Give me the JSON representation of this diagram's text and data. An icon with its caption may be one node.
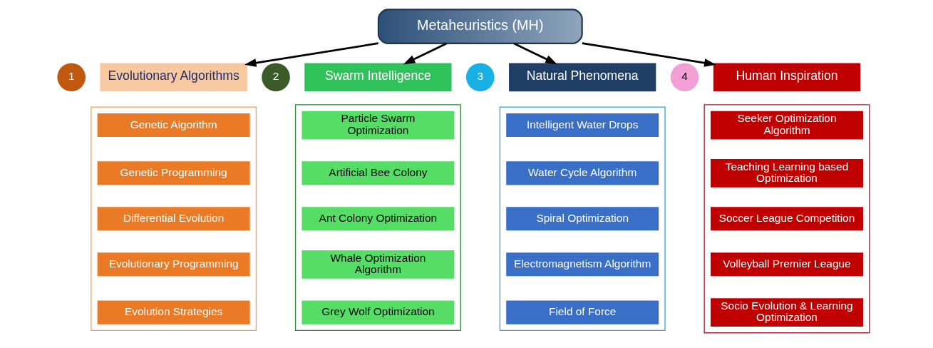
{
  "diagram": {
    "nodes": [
      {
        "text": [
          "Metaheuristics (MH)"
        ]
      },
      {
        "text": [
          "1"
        ]
      },
      {
        "text": [
          "Evolutionary Algorithms"
        ]
      },
      {
        "text": [],
        "shape": "box"
      },
      {
        "text": [
          "Genetic Algorithm"
        ],
        "in": 3
      },
      {
        "text": [
          "Genetic Programming"
        ],
        "in": 3
      },
      {
        "text": [
          "Differential Evolution"
        ],
        "in": 3
      },
      {
        "text": [
          "Evolutionary Programming"
        ],
        "in": 3
      },
      {
        "text": [
          "Evolution Strategies"
        ],
        "in": 3
      },
      {
        "text": [
          "2"
        ]
      },
      {
        "text": [
          "Swarm Intelligence"
        ]
      },
      {
        "text": [],
        "shape": "box"
      },
      {
        "text": [
          "Particle Swarm Optimization"
        ],
        "in": 11
      },
      {
        "text": [
          "Artificial Bee Colony"
        ],
        "in": 11
      },
      {
        "text": [
          "Ant Colony Optimization"
        ],
        "in": 11
      },
      {
        "text": [
          "Whale Optimization Algorithm"
        ],
        "in": 11
      },
      {
        "text": [
          "Grey Wolf Optimization"
        ],
        "in": 11
      },
      {
        "text": [
          "3"
        ]
      },
      {
        "text": [
          "Natural Phenomena"
        ]
      },
      {
        "text": [],
        "shape": "box"
      },
      {
        "text": [
          "Intelligent Water Drops"
        ],
        "in": 19
      },
      {
        "text": [
          "Water Cycle Algorithm"
        ],
        "in": 19
      },
      {
        "text": [
          "Spiral Optimization"
        ],
        "in": 19
      },
      {
        "text": [
          "Electromagnetism Algorithm"
        ],
        "in": 19
      },
      {
        "text": [
          "Field of Force"
        ],
        "in": 19
      },
      {
        "text": [
          "4"
        ]
      },
      {
        "text": [
          "Human Inspiration"
        ]
      },
      {
        "text": [],
        "shape": "box"
      },
      {
        "text": [
          "Seeker Optimization Algorithm"
        ],
        "in": 27
      },
      {
        "text": [
          "Teaching Learning based Optimization"
        ],
        "in": 27
      },
      {
        "text": [
          "Soccer League Competition"
        ],
        "in": 27
      },
      {
        "text": [
          "Volleyball Premier League"
        ],
        "in": 27
      },
      {
        "text": [
          "Socio Evolution & Learning Optimization"
        ],
        "in": 27
      }
    ],
    "edges": [
      {
        "from": 0,
        "to": 2,
        "arrow": "to"
      },
      {
        "from": 0,
        "to": 10,
        "arrow": "to"
      },
      {
        "from": 0,
        "to": 18,
        "arrow": "to"
      },
      {
        "from": 0,
        "to": 26,
        "arrow": "to"
      }
    ]
  }
}
